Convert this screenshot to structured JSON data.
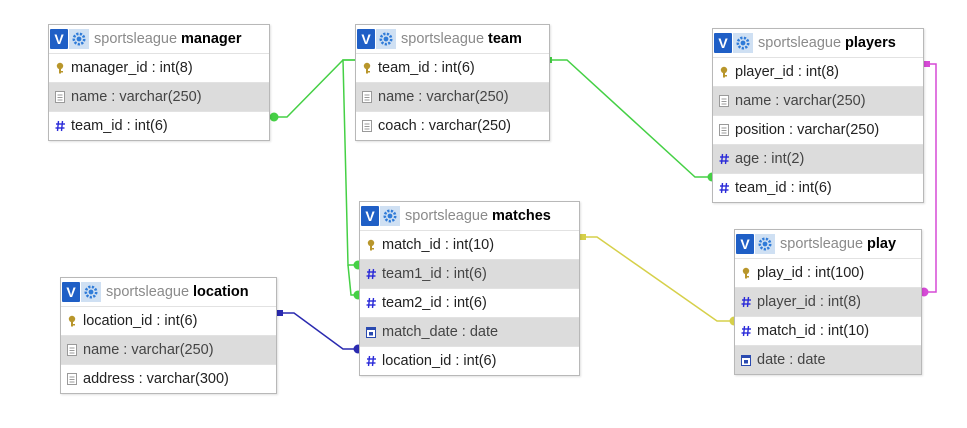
{
  "schema": "sportsleague",
  "tables": {
    "manager": {
      "name": "manager",
      "columns": [
        {
          "label": "manager_id : int(8)",
          "icon": "primary-key-icon"
        },
        {
          "label": "name : varchar(250)",
          "icon": "text-column-icon"
        },
        {
          "label": "team_id : int(6)",
          "icon": "numeric-column-icon"
        }
      ]
    },
    "team": {
      "name": "team",
      "columns": [
        {
          "label": "team_id : int(6)",
          "icon": "primary-key-icon"
        },
        {
          "label": "name : varchar(250)",
          "icon": "text-column-icon"
        },
        {
          "label": "coach : varchar(250)",
          "icon": "text-column-icon"
        }
      ]
    },
    "players": {
      "name": "players",
      "columns": [
        {
          "label": "player_id : int(8)",
          "icon": "primary-key-icon"
        },
        {
          "label": "name : varchar(250)",
          "icon": "text-column-icon"
        },
        {
          "label": "position : varchar(250)",
          "icon": "text-column-icon"
        },
        {
          "label": "age : int(2)",
          "icon": "numeric-column-icon"
        },
        {
          "label": "team_id : int(6)",
          "icon": "numeric-column-icon"
        }
      ]
    },
    "matches": {
      "name": "matches",
      "columns": [
        {
          "label": "match_id : int(10)",
          "icon": "primary-key-icon"
        },
        {
          "label": "team1_id : int(6)",
          "icon": "numeric-column-icon"
        },
        {
          "label": "team2_id : int(6)",
          "icon": "numeric-column-icon"
        },
        {
          "label": "match_date : date",
          "icon": "date-column-icon"
        },
        {
          "label": "location_id : int(6)",
          "icon": "numeric-column-icon"
        }
      ]
    },
    "location": {
      "name": "location",
      "columns": [
        {
          "label": "location_id : int(6)",
          "icon": "primary-key-icon"
        },
        {
          "label": "name : varchar(250)",
          "icon": "text-column-icon"
        },
        {
          "label": "address : varchar(300)",
          "icon": "text-column-icon"
        }
      ]
    },
    "play": {
      "name": "play",
      "columns": [
        {
          "label": "play_id : int(100)",
          "icon": "primary-key-icon"
        },
        {
          "label": "player_id : int(8)",
          "icon": "numeric-column-icon"
        },
        {
          "label": "match_id : int(10)",
          "icon": "numeric-column-icon"
        },
        {
          "label": "date : date",
          "icon": "date-column-icon"
        }
      ]
    }
  },
  "header_buttons": {
    "toggle_label": "V"
  },
  "colors": {
    "team_relation": "#45d045",
    "location_relation": "#2a2ab0",
    "match_relation": "#d6d04a",
    "player_relation": "#d64ad6"
  }
}
